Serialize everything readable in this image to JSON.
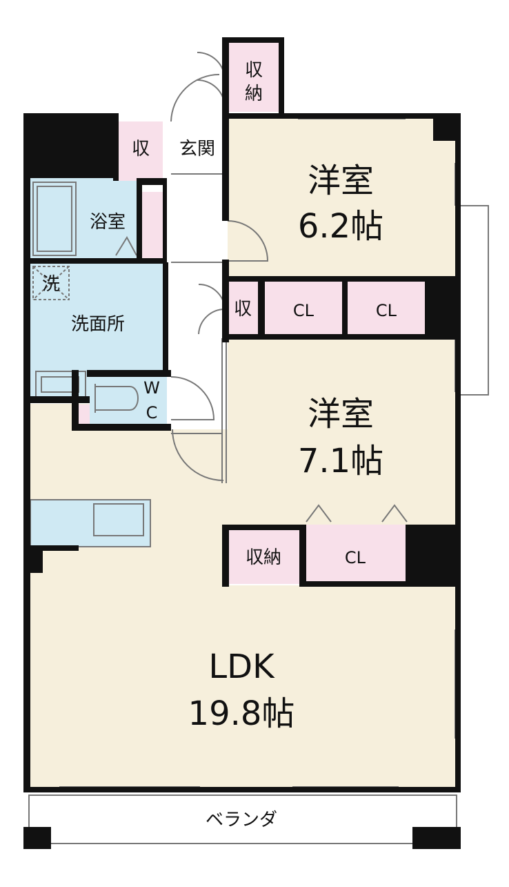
{
  "colors": {
    "wall": "#111111",
    "living_floor": "#f6efdc",
    "wet_area": "#cfe9f3",
    "storage": "#f8e0ea",
    "hall": "#ffffff"
  },
  "rooms": {
    "western_room_1": {
      "name": "洋室",
      "size": "6.2帖"
    },
    "western_room_2": {
      "name": "洋室",
      "size": "7.1帖"
    },
    "ldk": {
      "name": "LDK",
      "size": "19.8帖"
    },
    "bath": "浴室",
    "washroom": "洗面所",
    "washing_machine": "洗",
    "toilet_w": "W",
    "toilet_c": "C",
    "entrance": "玄関",
    "veranda": "ベランダ"
  },
  "storage": {
    "top_storage_line1": "収",
    "top_storage_line2": "納",
    "entrance_storage": "収",
    "room1_small_storage": "収",
    "room1_closet_a": "CL",
    "room1_closet_b": "CL",
    "room2_storage": "収納",
    "room2_closet": "CL"
  }
}
